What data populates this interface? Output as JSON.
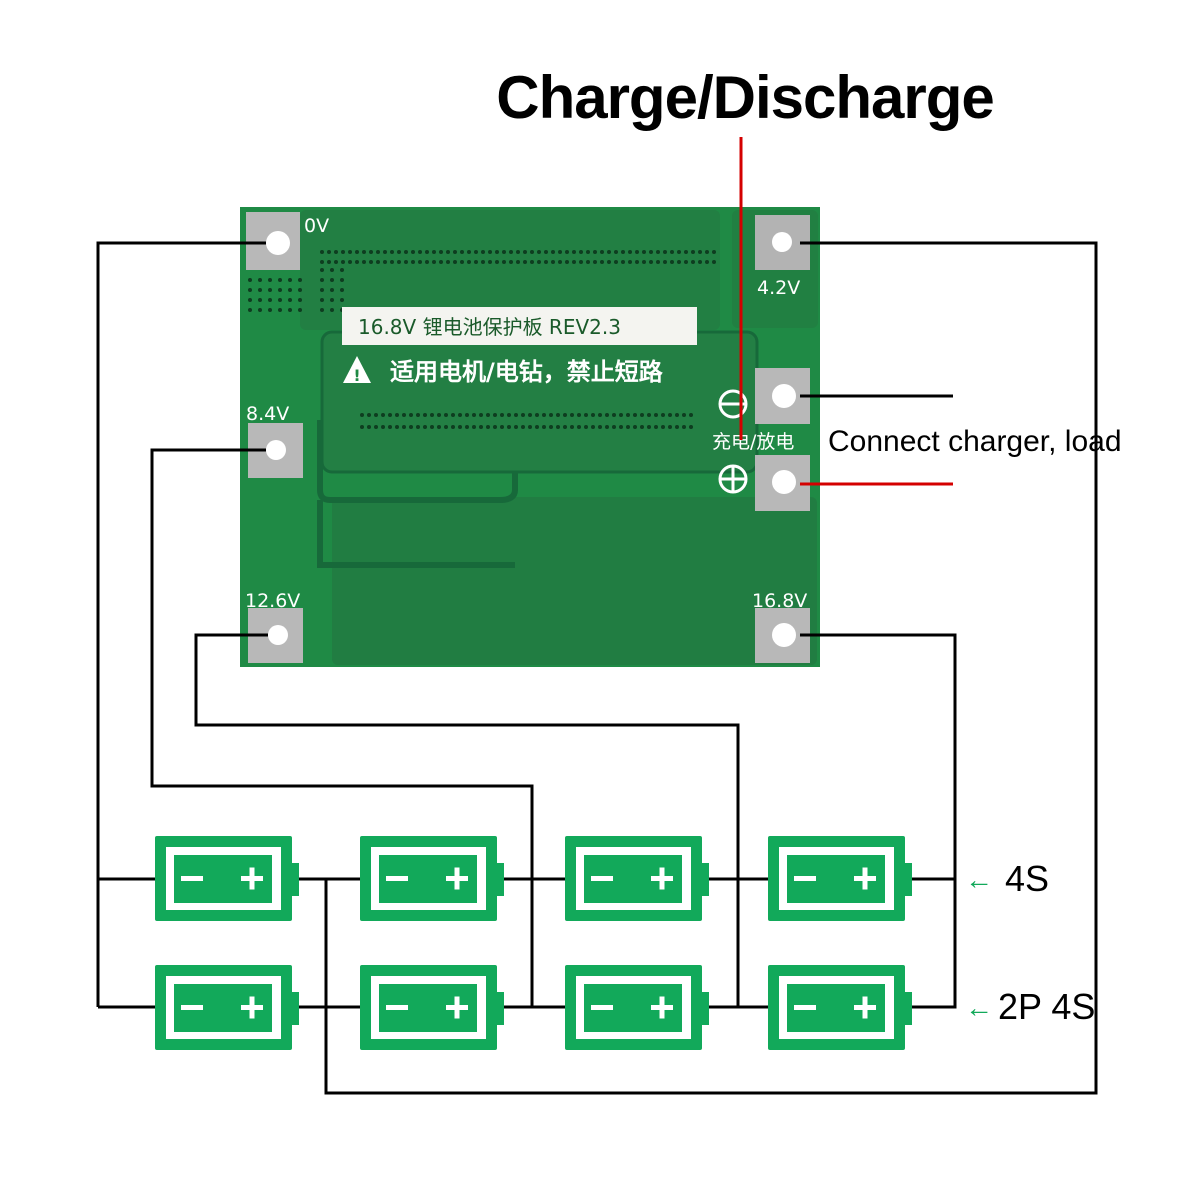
{
  "title": "Charge/Discharge",
  "board": {
    "sticker_label": "16.8V 锂电池保护板 REV2.3",
    "warning_text": "适用电机/电钻，禁止短路",
    "charge_discharge_cn": "充电/放电",
    "pads": [
      {
        "id": "0v",
        "label": "0V"
      },
      {
        "id": "4v2",
        "label": "4.2V"
      },
      {
        "id": "8v4",
        "label": "8.4V"
      },
      {
        "id": "12v6",
        "label": "12.6V"
      },
      {
        "id": "16v8",
        "label": "16.8V"
      },
      {
        "id": "minus",
        "label": "⊖"
      },
      {
        "id": "plus",
        "label": "⊕"
      }
    ]
  },
  "annotations": {
    "connect": "Connect charger, load",
    "row1": "4S",
    "row2": "2P 4S",
    "arrow": "←"
  },
  "batteries": {
    "rows": 2,
    "per_row": 4,
    "minus": "−",
    "plus": "+"
  },
  "colors": {
    "pcb": "#1f8a45",
    "battery": "#12a95a",
    "wire": "#000000",
    "positive_wire": "#d40000",
    "pad": "#b8b8b8"
  }
}
